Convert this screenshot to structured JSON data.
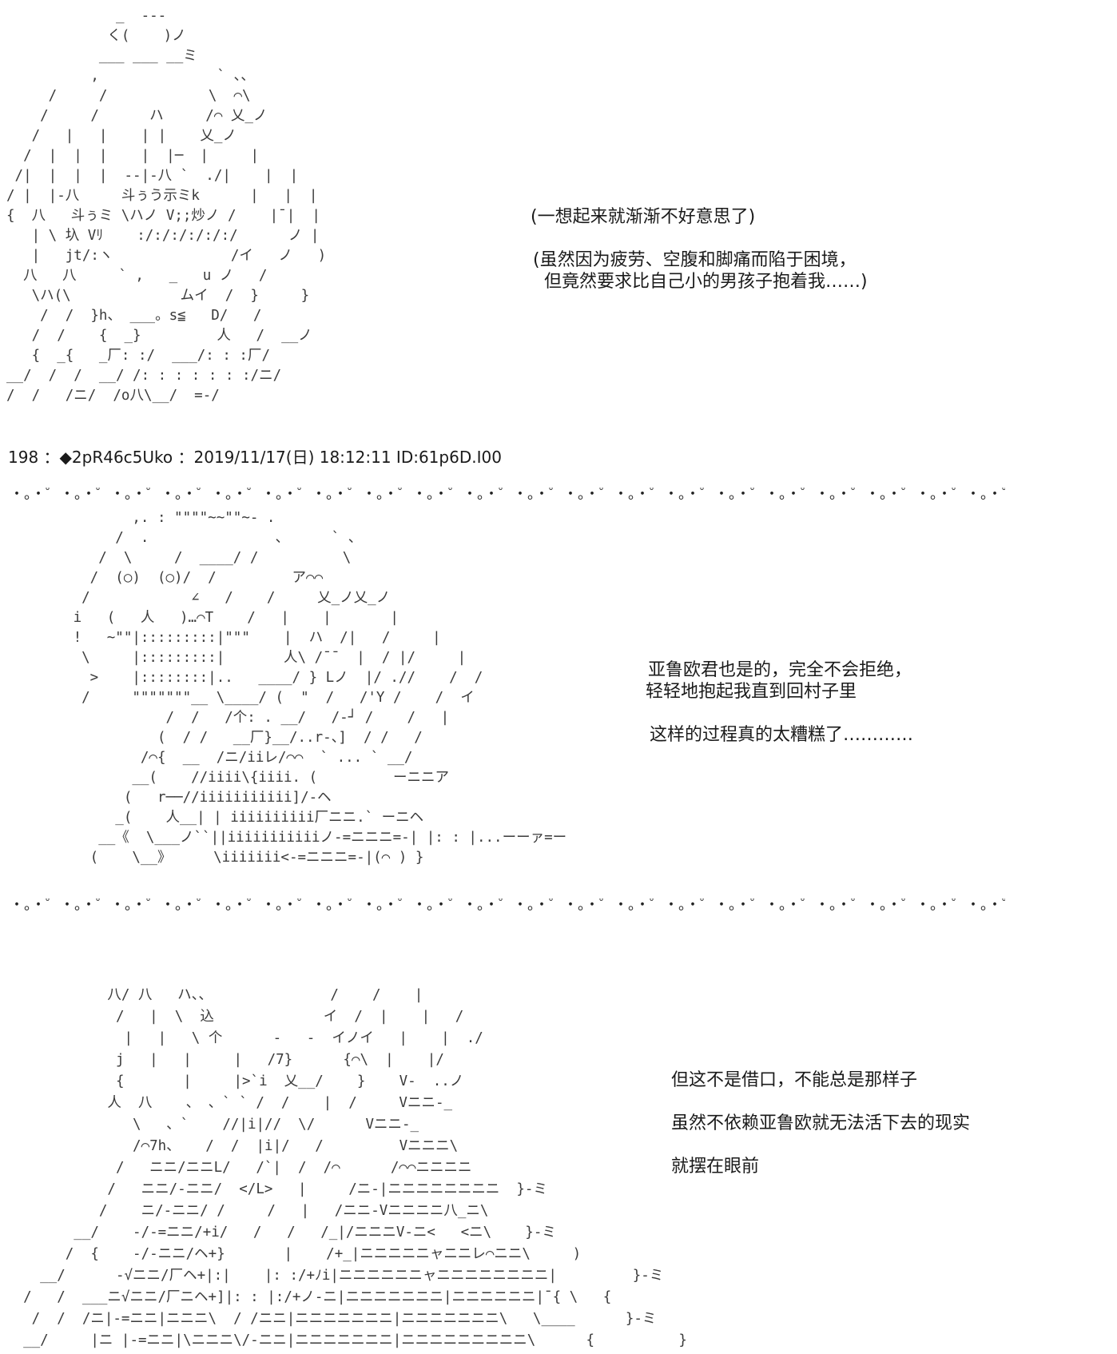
{
  "panel1": {
    "art": "             _  ---\n            く(    )ノ\n           ___ ___ __ミ\n          ,              ` 、、\n     /     /            \\  ⌒\\\n    /     /      ハ     /⌒ 乂_ノ\n   /   |   |    | |    乂_ノ\n  /  |  |  |    |  |─  |     |\n /|  |  |  |  --|-八 `  ./|    |  |\n/ |  |-八     斗ぅう示ミk      |   |  |\n{  八   斗ぅミ \\ハノ V;;炒ノ /    |¯|  |\n   | \\ 圦 Vﾘ    :/:/:/:/:/:/      ノ |\n   |   jt/:ヽ              /イ   ノ   )\n  八   八     ` ,   _   u ノ   /\n   \\ハ(\\             ムイ  /  }     }\n    /  /  }h、 ___。s≦   D/   /\n   /  /    {  _}         人   /  __ノ\n   {  _{   _厂: :/  ___/: : :厂/\n__/  /  /  __/ /: : : : : : :/ニ/\n/  /   /ニ/  /o八\\__/  =-/",
    "lines": [
      "(一想起来就渐渐不好意思了)",
      "(虽然因为疲劳、空腹和脚痛而陷于困境，",
      "  但竟然要求比自己小的男孩子抱着我……)"
    ]
  },
  "post_header": "198 ：◆2pR46c5Uko ：2019/11/17(日) 18:12:11 ID:61p6D.I00",
  "separator": "・。・゜・。・゜・。・゜・。・゜・。・゜・。・゜・。・゜・。・゜・。・゜・。・゜・。・゜・。・゜・。・゜・。・゜・。・゜・。・゜・。・゜・。・゜・。・゜・。・゜・。・゜・。・゜・。・゜・。・゜・。・゜・。・゜・。・゜・。・゜・。・゜・。・゜・。・゜",
  "panel2": {
    "art": "          ,. : \"\"\"\"~~\"\"~- .\n        /  .               、     ` 、\n      /  \\     /  ____/ /          \\\n     /  (○)  (○)/  /         ア⌒⌒\n    /            ∠   /    /     乂_ノ乂_ノ\n   i   (   人   )…⌒T    /   |    |       |\n   !   ~\"\"|:::::::::|\"\"\"    |  ハ  /|   /     |\n    \\     |:::::::::|       人\\ /¯¯  |  / |/     |\n     >    |::::::::|..   ____/ } Lノ  |/ .//    /  /\n    /     \"\"\"\"\"\"\"__ \\____/ (  \"  /   /'Y /    /  イ\n              /  /   /个: . __/   /-┘ /    /   |\n             (  / /   __厂}__/..r-、]  / /   /\n           /⌒{  __  /ニ/iiレ/⌒⌒  ` ... ` __/\n          __(    //iiii\\{iiii. (         ーニニア\n         (   r──//iiiiiiiiiii]/-ヘ\n        _(    人__| | iiiiiiiiii厂ニニ.` ーニヘ\n      __《  \\___ノ``||iiiiiiiiiiiノ-=ニニニ=-| |: : |...ーーァ=ー\n     (    \\__》     \\iiiiiii<-=ニニニ=-|(⌒ ) }"
  },
  "panel2_lines": [
    "亚鲁欧君也是的，完全不会拒绝，",
    "轻轻地抱起我直到回村子里",
    "这样的过程真的太糟糕了…………"
  ],
  "panel3": {
    "art": "            八/ 八   ハ、、              /    /    |\n             /   |  \\  込             イ  /  |    |   /\n              |   |   \\ 个      -   -  イノイ   |    |  ./\n             j   |   |     |   /7}      {⌒\\  |    |/\n             {       |     |>`i  乂__/    }    V-  ..ノ\n            人  八    、 、` ` /  /    |  /     Vニニ-_\n               \\   、`    //|i|//  \\/      Vニニ-_\n               /⌒7h、   /  /  |i|/   /         Vニニニ\\\n             /   ニニ/ニニL/   /`|  /  /⌒      /⌒⌒ニニニニ\n            /   ニニ/-ニニ/  </L>   |     /ニ-|ニニニニニニニニ  }-ミ\n           /    ニ/-ニニ/ /     /   |   /ニニ-Vニニニニ八_ニ\\\n        __/    -/-=ニニ/+i/   /   /   /_|/ニニニV-ニ<   <ニ\\    }-ミ\n       /  {    -/-ニニ/ヘ+}       |    /+_|ニニニニニャニニレ⌒ニニ\\     )\n    __/      -√ニニ/厂ヘ+|:|    |: :/+ﾉi|ニニニニニニャニニニニニニニニ|         }-ミ\n  /   /  ___ニ√ニニ/厂ニヘ+]|: : |:/+ノ-ニ|ニニニニニニニ|ニニニニニニ|¯{ \\   {\n   /  /  /ニ|-=ニニ|ニニニ\\  / /ニニ|ニニニニニニニ|ニニニニニニニ\\   \\____      }-ミ\n  __/     |ニ |-=ニニ|\\ニニニ\\/-ニニ|ニニニニニニニ|ニニニニニニニニニ\\      {          }",
    "lines": [
      "但这不是借口，不能总是那样子",
      "虽然不依赖亚鲁欧就无法活下去的现实",
      "就摆在眼前"
    ]
  }
}
